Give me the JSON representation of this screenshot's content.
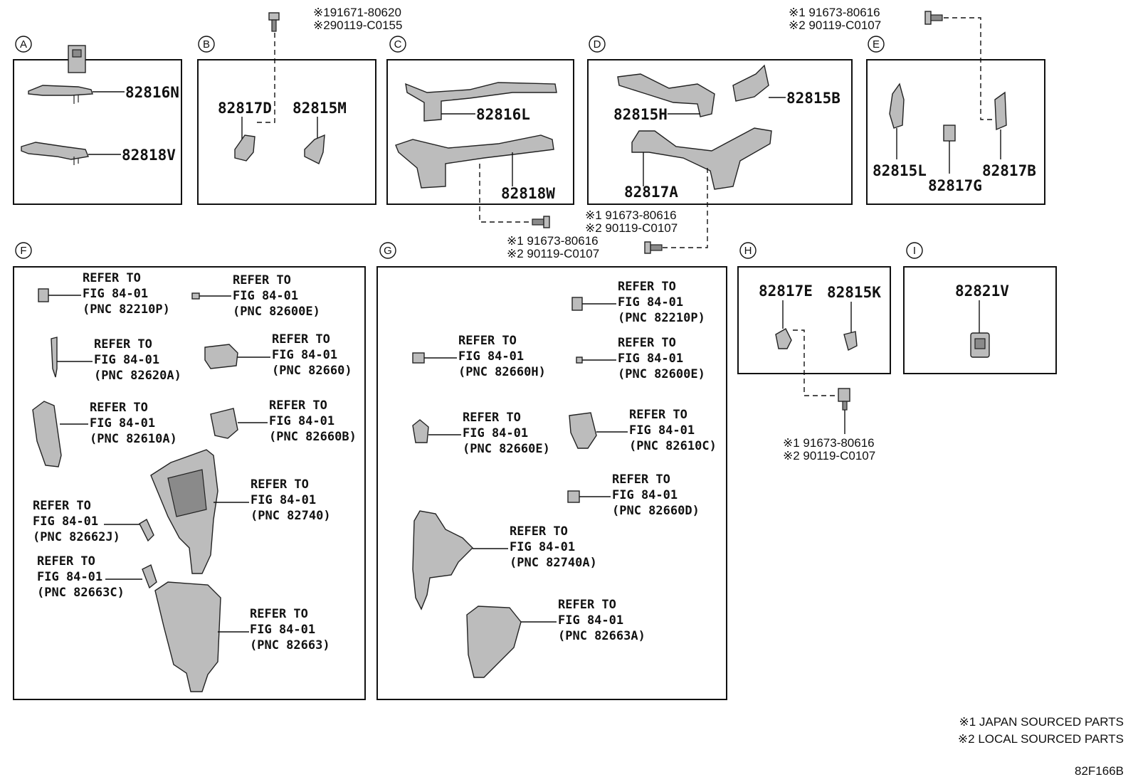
{
  "sections": {
    "A": {
      "letter": "A",
      "parts": [
        "82816N",
        "82818V"
      ]
    },
    "B": {
      "letter": "B",
      "parts": [
        "82817D",
        "82815M"
      ]
    },
    "C": {
      "letter": "C",
      "parts": [
        "82816L",
        "82818W"
      ]
    },
    "D": {
      "letter": "D",
      "parts": [
        "82815B",
        "82815H",
        "82817A"
      ]
    },
    "E": {
      "letter": "E",
      "parts": [
        "82815L",
        "82817G",
        "82817B"
      ]
    },
    "F": {
      "letter": "F"
    },
    "G": {
      "letter": "G"
    },
    "H": {
      "letter": "H",
      "parts": [
        "82817E",
        "82815K"
      ]
    },
    "I": {
      "letter": "I",
      "parts": [
        "82821V"
      ]
    }
  },
  "fasteners": {
    "b_screw": {
      "n1": "※191671-80620",
      "n2": "※290119-C0155"
    },
    "e_screw": {
      "n1": "※1 91673-80616",
      "n2": "※2 90119-C0107"
    },
    "c_screw": {
      "n1": "※1 91673-80616",
      "n2": "※2 90119-C0107"
    },
    "d_screw": {
      "n1": "※1 91673-80616",
      "n2": "※2 90119-C0107"
    },
    "h_screw": {
      "n1": "※1 91673-80616",
      "n2": "※2 90119-C0107"
    }
  },
  "refer": {
    "line1": "REFER TO",
    "line2": "FIG 84-01",
    "f": [
      "(PNC 82210P)",
      "(PNC 82600E)",
      "(PNC 82620A)",
      "(PNC 82660)",
      "(PNC 82610A)",
      "(PNC 82660B)",
      "(PNC 82740)",
      "(PNC 82662J)",
      "(PNC 82663C)",
      "(PNC 82663)"
    ],
    "g": [
      "(PNC 82210P)",
      "(PNC 82660H)",
      "(PNC 82600E)",
      "(PNC 82660E)",
      "(PNC 82610C)",
      "(PNC 82660D)",
      "(PNC 82740A)",
      "(PNC 82663A)"
    ]
  },
  "legend": {
    "note1": "※1 JAPAN SOURCED PARTS",
    "note2": "※2 LOCAL SOURCED PARTS"
  },
  "figure_code": "82F166B"
}
